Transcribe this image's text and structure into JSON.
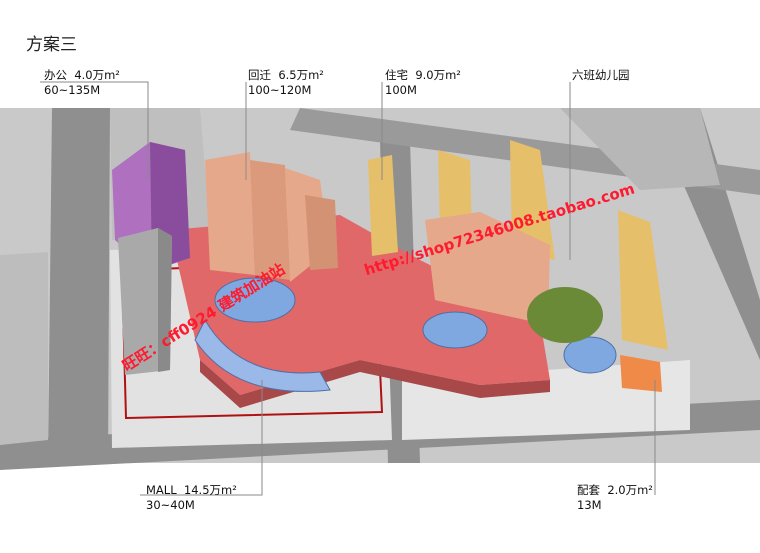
{
  "title": "方案三",
  "labels": {
    "office": {
      "name": "办公",
      "area": "4.0万m²",
      "height": "60~135M"
    },
    "resettlement": {
      "name": "回迁",
      "area": "6.5万m²",
      "height": "100~120M"
    },
    "residential": {
      "name": "住宅",
      "area": "9.0万m²",
      "height": "100M"
    },
    "kindergarten": {
      "name": "六班幼儿园"
    },
    "mall": {
      "name": "MALL",
      "area": "14.5万m²",
      "height": "30~40M"
    },
    "supporting": {
      "name": "配套",
      "area": "2.0万m²",
      "height": "13M"
    }
  },
  "watermarks": {
    "shop": "http://shop72346008.taobao.com",
    "wangwang": "旺旺：cff0924 建筑加油站"
  },
  "colors": {
    "mall": "#e06868",
    "office": "#b070c0",
    "resettlement": "#e5a88a",
    "residential": "#e6bf6a",
    "plaza": "#7fa8e0",
    "green": "#6a8a38",
    "ground": "#cfcfcf",
    "road": "#9a9a9a",
    "watermark": "#ff1a2e"
  }
}
